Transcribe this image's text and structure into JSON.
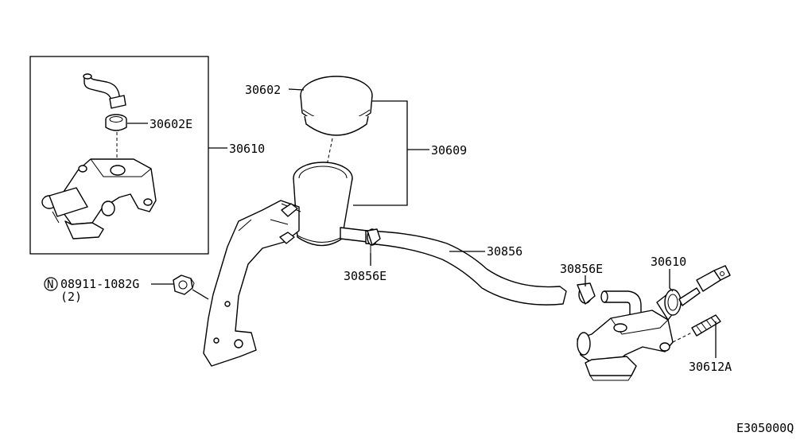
{
  "labels": {
    "cap_part": "30602",
    "seal_part": "30602E",
    "inset_assembly": "30610",
    "reservoir_assembly": "30609",
    "hose": "30856",
    "clamp_upper": "30856E",
    "clamp_lower": "30856E",
    "master_cylinder": "30610",
    "nut_symbol": "N",
    "nut_part": "08911-1082G",
    "nut_qty": "(2)",
    "pushrod": "30612A",
    "diagram_code": "E305000Q"
  }
}
